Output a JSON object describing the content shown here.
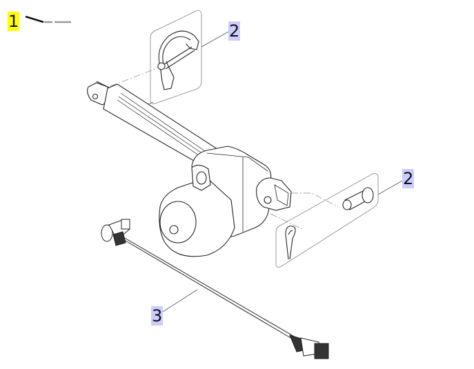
{
  "diagram": {
    "type": "exploded-parts-diagram",
    "subject": "linear actuator assembly",
    "colors": {
      "line": "#222222",
      "leader": "#555555",
      "frame": "#9a9a9a",
      "highlight_yellow": "#ffff00",
      "highlight_lavender": "#ccccff"
    }
  },
  "callouts": [
    {
      "id": "1",
      "label": "1",
      "style": "yellow",
      "part": "actuator (legend marker)"
    },
    {
      "id": "2a",
      "label": "2",
      "style": "lavender",
      "part": "mounting clip / pin (top)"
    },
    {
      "id": "2b",
      "label": "2",
      "style": "lavender",
      "part": "clevis pin with cotter pin"
    },
    {
      "id": "3",
      "label": "3",
      "style": "lavender",
      "part": "cable with connectors"
    }
  ]
}
